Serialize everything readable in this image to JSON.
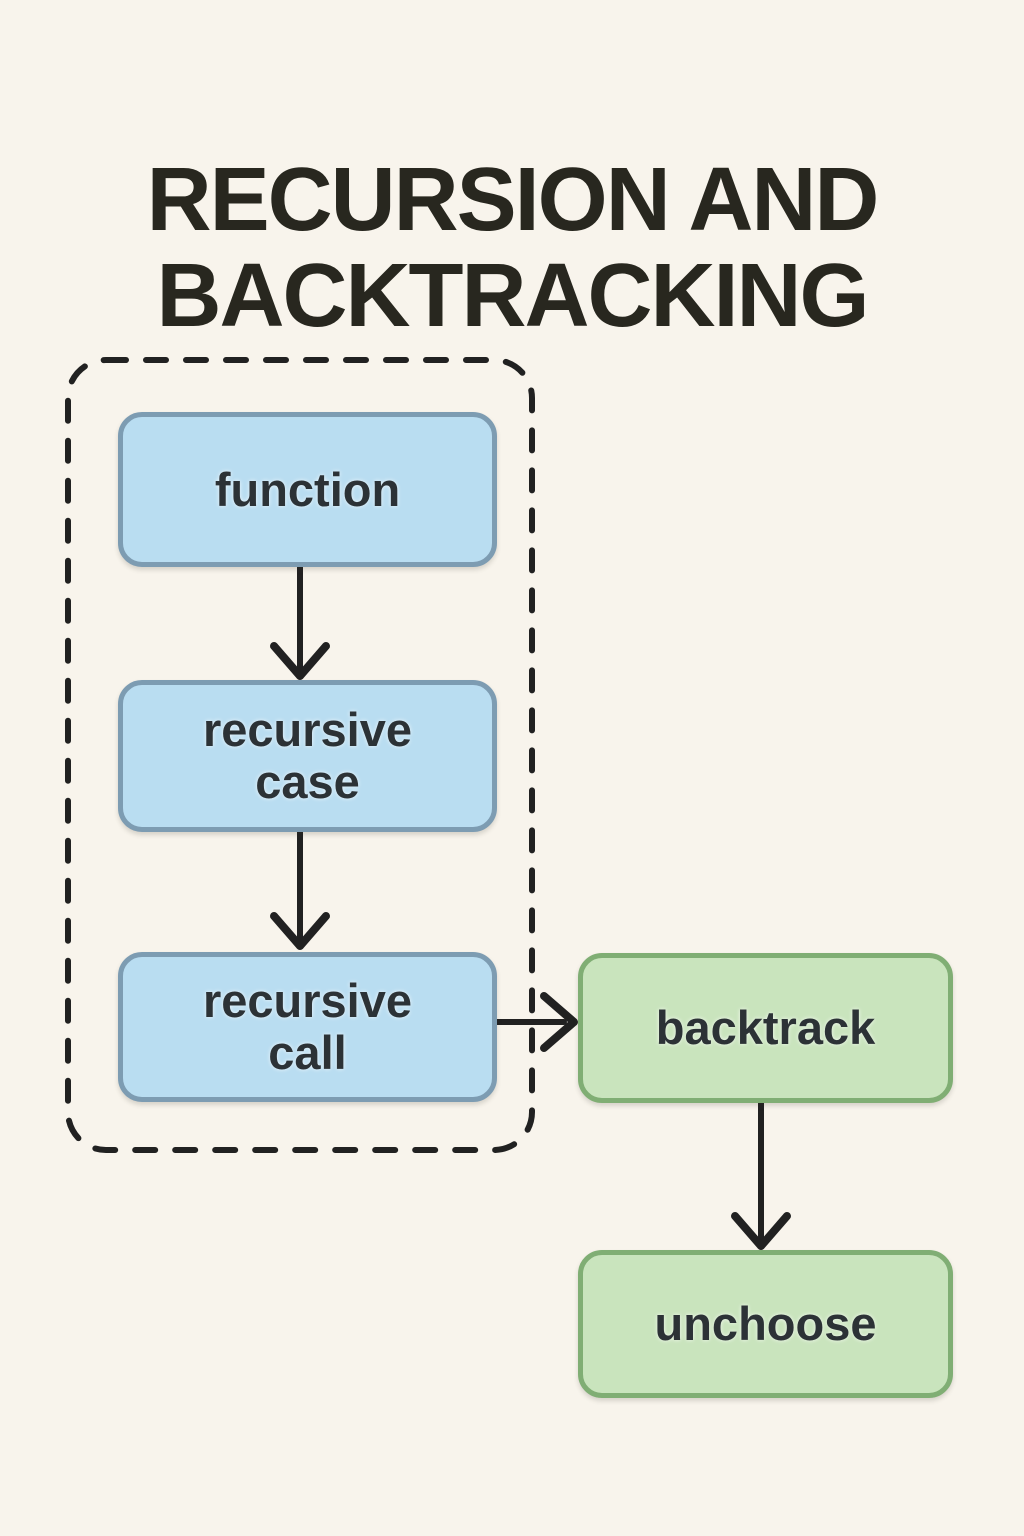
{
  "title": {
    "line1": "RECURSION AND",
    "line2": "BACKTRACKING"
  },
  "diagram": {
    "nodes": {
      "function": {
        "label": "function",
        "color": "blue"
      },
      "recursive_case": {
        "label": "recursive case",
        "color": "blue"
      },
      "recursive_call": {
        "label": "recursive call",
        "color": "blue"
      },
      "backtrack": {
        "label": "backtrack",
        "color": "green"
      },
      "unchoose": {
        "label": "unchoose",
        "color": "green"
      }
    },
    "edges": [
      {
        "from": "function",
        "to": "recursive case"
      },
      {
        "from": "recursive case",
        "to": "recursive call"
      },
      {
        "from": "recursive call",
        "to": "backtrack"
      },
      {
        "from": "backtrack",
        "to": "unchoose"
      }
    ],
    "grouping": {
      "dashed_container_encloses": [
        "function",
        "recursive case",
        "recursive call"
      ]
    },
    "colors": {
      "background": "#f8f4ec",
      "title_text": "#28271f",
      "blue_fill": "#b9ddf1",
      "blue_border": "#7d9cb2",
      "green_fill": "#c9e4bd",
      "green_border": "#80ae74",
      "node_text": "#2c3236",
      "line_stroke": "#212121"
    }
  }
}
